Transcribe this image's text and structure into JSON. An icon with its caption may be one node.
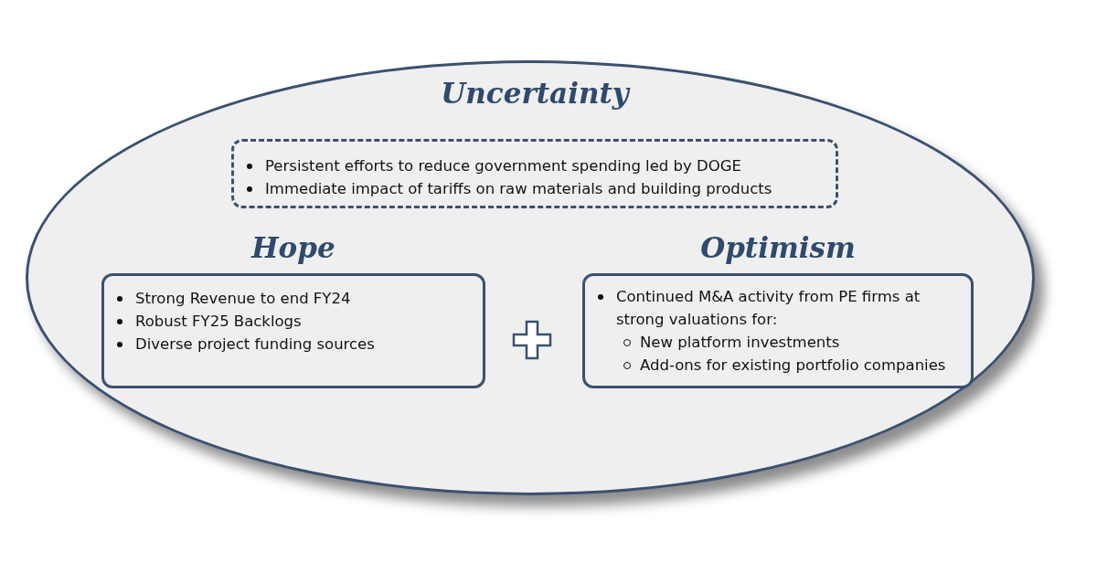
{
  "diagram": {
    "nodes": [
      {
        "text": [],
        "shape": "ellipse"
      },
      {
        "text": [
          "Uncertainty",
          "Persistent efforts to reduce government spending led by DOGE",
          "Immediate impact of tariffs on raw materials and building products"
        ],
        "in": 0
      },
      {
        "text": [
          "Hope",
          "Strong Revenue to end FY24",
          "Robust FY25 Backlogs",
          "Diverse project funding sources"
        ],
        "in": 0
      },
      {
        "text": [
          "Optimism",
          "Continued M&A activity from PE firms at strong valuations for:",
          "New platform investments",
          "Add-ons for existing portfolio companies"
        ],
        "in": 0
      }
    ],
    "edges": []
  }
}
